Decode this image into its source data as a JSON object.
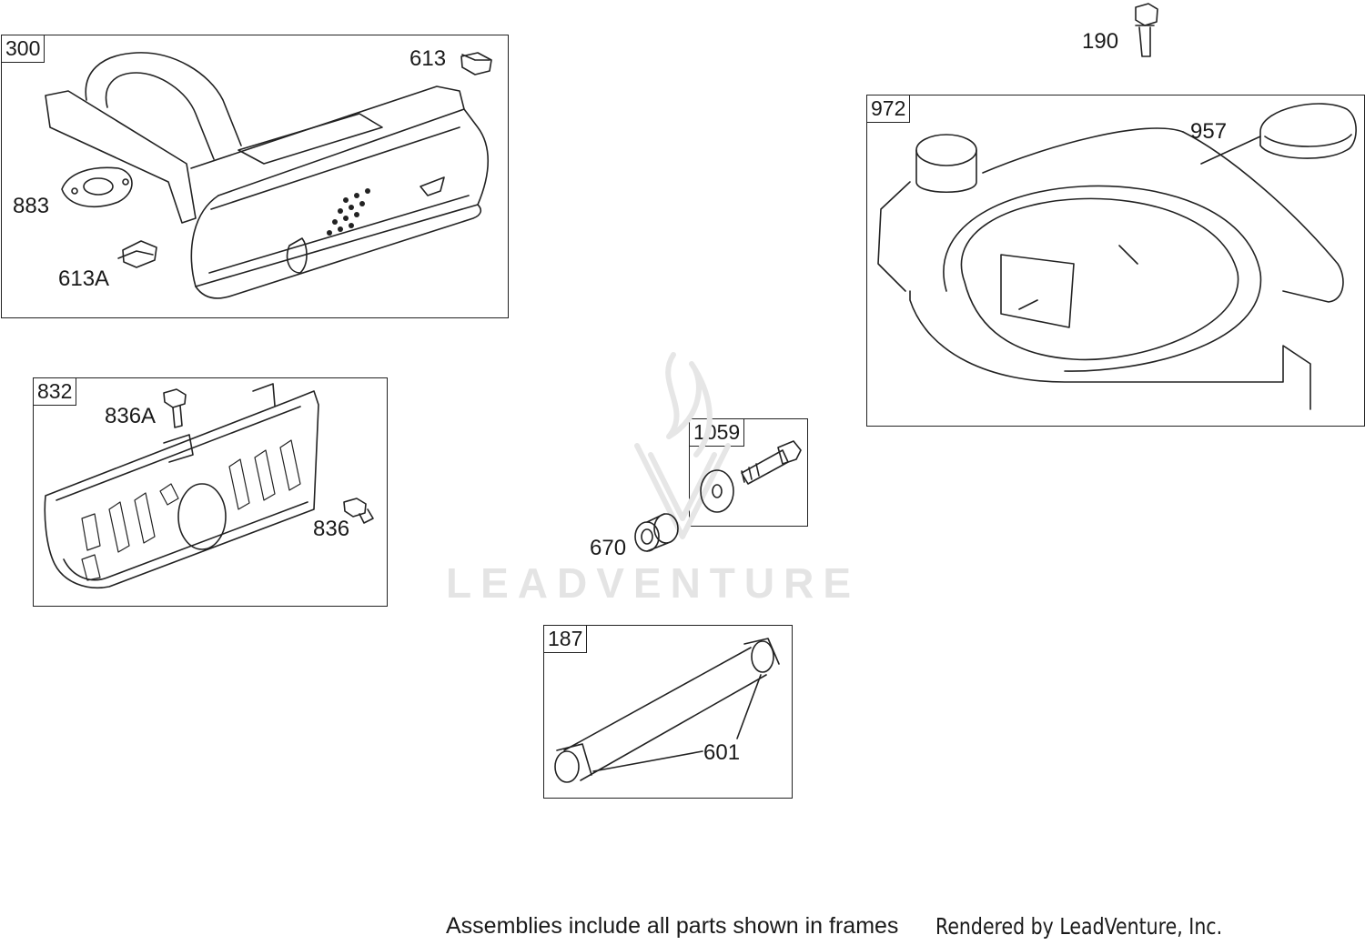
{
  "frames": {
    "f300": "300",
    "f832": "832",
    "f1059": "1059",
    "f187": "187",
    "f972": "972"
  },
  "callouts": {
    "c613": "613",
    "c883": "883",
    "c613a": "613A",
    "c836a": "836A",
    "c836": "836",
    "c670": "670",
    "c601": "601",
    "c190": "190",
    "c957": "957"
  },
  "watermark": "LEADVENTURE",
  "footer": {
    "note": "Assemblies include all parts shown in frames",
    "rendered_by": "Rendered by LeadVenture, Inc."
  },
  "colors": {
    "line": "#222222",
    "watermark": "#e4e4e4"
  }
}
